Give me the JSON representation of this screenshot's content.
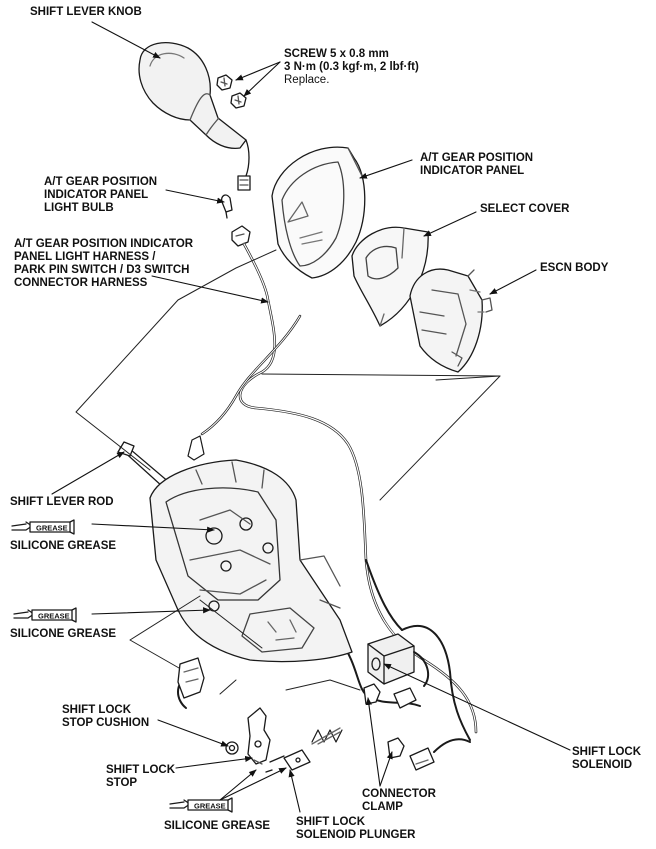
{
  "labels": {
    "shift_lever_knob": [
      "SHIFT LEVER KNOB"
    ],
    "screw": [
      "SCREW 5 x 0.8 mm",
      "3 N·m (0.3 kgf·m, 2 lbf·ft)",
      "Replace."
    ],
    "indicator_panel": [
      "A/T GEAR POSITION",
      "INDICATOR PANEL"
    ],
    "select_cover": [
      "SELECT COVER"
    ],
    "escn_body": [
      "ESCN BODY"
    ],
    "light_bulb": [
      "A/T GEAR POSITION",
      "INDICATOR PANEL",
      "LIGHT BULB"
    ],
    "harness": [
      "A/T GEAR POSITION INDICATOR",
      "PANEL LIGHT HARNESS /",
      "PARK PIN SWITCH / D3 SWITCH",
      "CONNECTOR HARNESS"
    ],
    "shift_lever_rod": [
      "SHIFT LEVER ROD"
    ],
    "silicone_grease_1": [
      "SILICONE GREASE"
    ],
    "silicone_grease_2": [
      "SILICONE GREASE"
    ],
    "stop_cushion": [
      "SHIFT LOCK",
      "STOP CUSHION"
    ],
    "shift_lock_stop": [
      "SHIFT LOCK",
      "STOP"
    ],
    "silicone_grease_3": [
      "SILICONE GREASE"
    ],
    "solenoid_plunger": [
      "SHIFT LOCK",
      "SOLENOID PLUNGER"
    ],
    "connector_clamp": [
      "CONNECTOR",
      "CLAMP"
    ],
    "shift_lock_solenoid": [
      "SHIFT LOCK",
      "SOLENOID"
    ]
  },
  "grease_tag_text": "GREASE"
}
